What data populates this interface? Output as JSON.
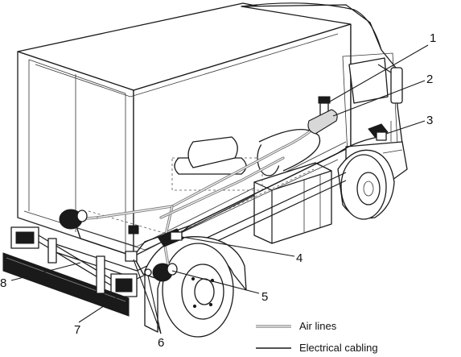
{
  "callouts": [
    {
      "number": "1"
    },
    {
      "number": "2"
    },
    {
      "number": "3"
    },
    {
      "number": "4"
    },
    {
      "number": "5"
    },
    {
      "number": "6"
    },
    {
      "number": "7"
    },
    {
      "number": "8"
    }
  ],
  "legend": {
    "air_lines": "Air lines",
    "electrical_cabling": "Electrical cabling"
  }
}
